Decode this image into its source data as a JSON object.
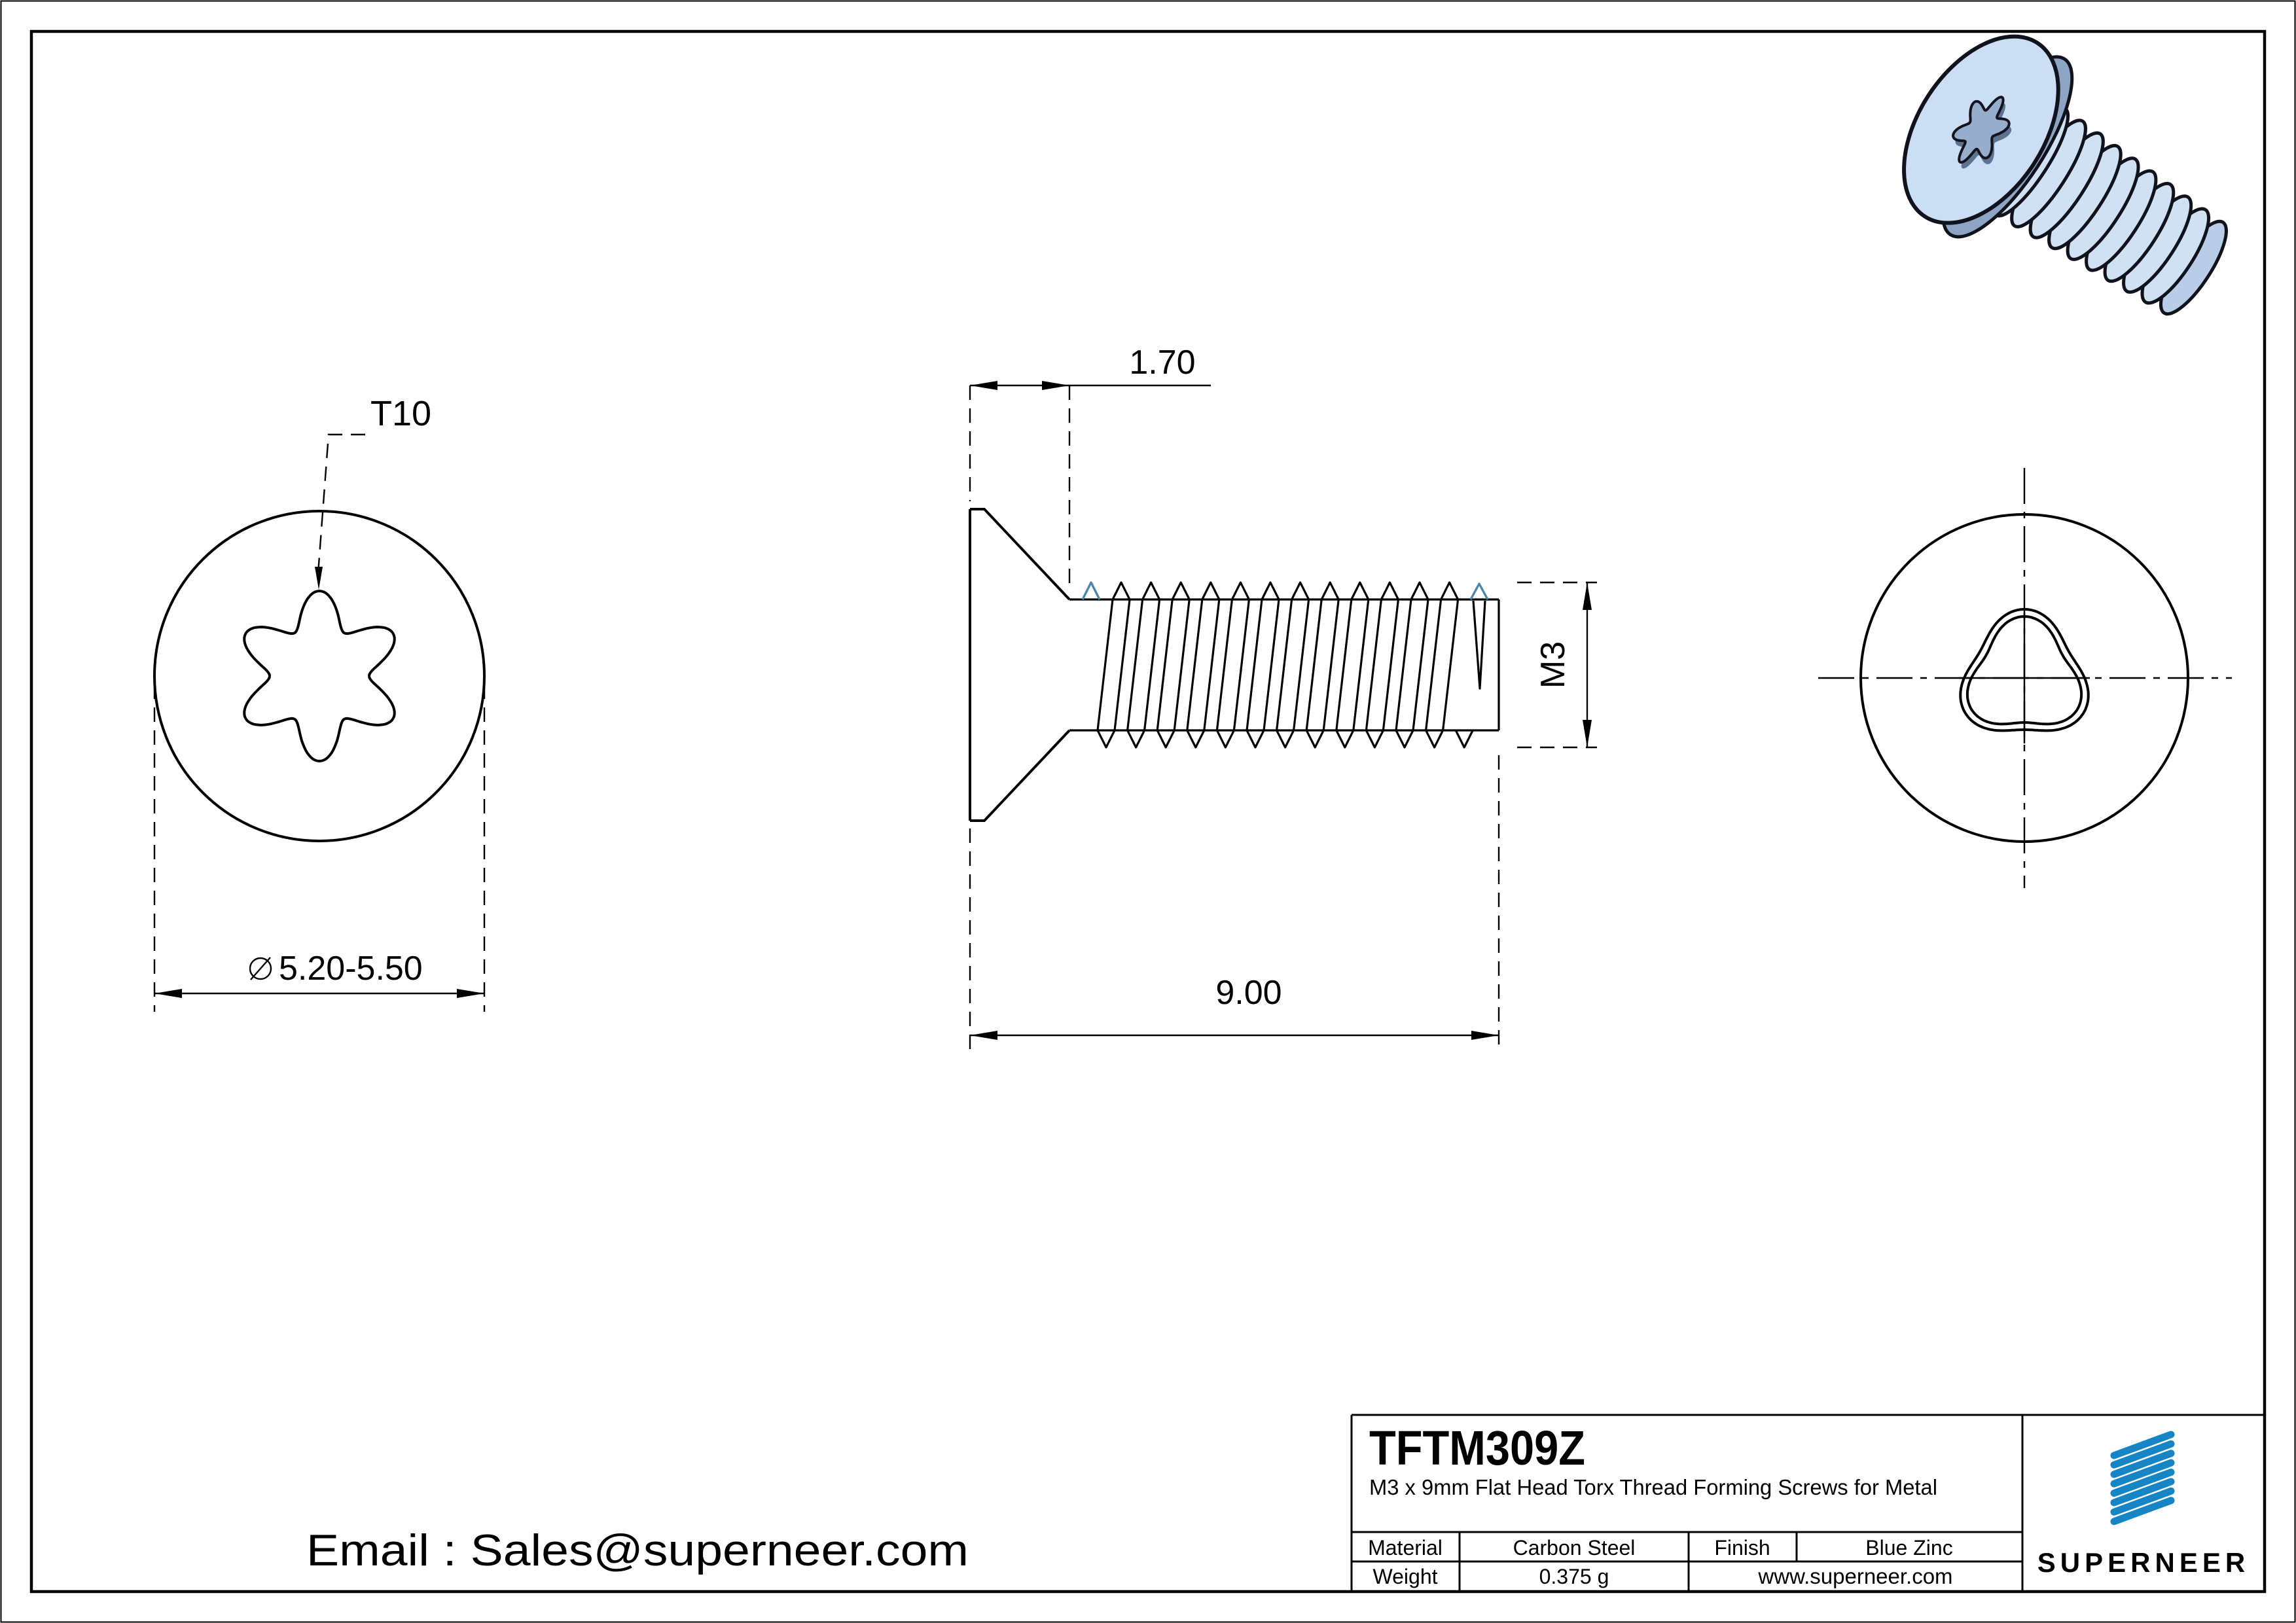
{
  "colors": {
    "line": "#000000",
    "accent_blue": "#4a86ad",
    "brand_blue": "#1585c5",
    "link_blue": "#1a86c7",
    "screw_light": "#ccdef4",
    "screw_mid": "#8ea4c4",
    "screw_dark": "#5d7391"
  },
  "views": {
    "top": {
      "drive_label": "T10",
      "diameter_label": "5.20-5.50"
    },
    "side": {
      "head_height": "1.70",
      "length": "9.00",
      "thread": "M3"
    }
  },
  "title_block": {
    "part_number": "TFTM309Z",
    "description": "M3 x 9mm Flat Head Torx Thread Forming Screws for Metal",
    "material_label": "Material",
    "material_value": "Carbon Steel",
    "finish_label": "Finish",
    "finish_value": "Blue Zinc",
    "weight_label": "Weight",
    "weight_value": "0.375 g",
    "website": "www.superneer.com",
    "brand": "SUPERNEER"
  },
  "contact": {
    "email_line": "Email : Sales@superneer.com"
  }
}
